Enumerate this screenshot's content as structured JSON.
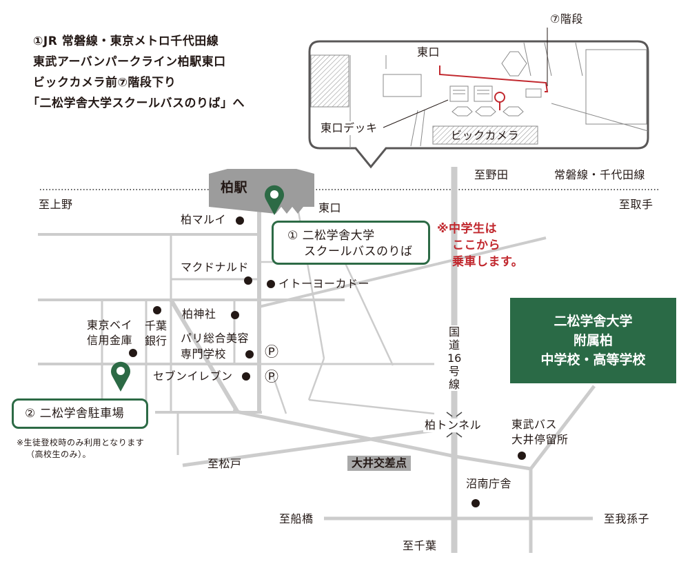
{
  "directions": {
    "line1": "①JR 常磐線・東京メトロ千代田線",
    "line2": "東武アーバンパークライン柏駅東口",
    "line3": "ビックカメラ前⑦階段下り",
    "line4": "「二松学舎大学スクールバスのりば」へ"
  },
  "inset": {
    "east_exit": "東口",
    "stairs": "⑦階段",
    "deck": "東口デッキ",
    "store": "ビックカメラ"
  },
  "station": {
    "name": "柏駅",
    "east_exit": "東口"
  },
  "destinations": {
    "ueno": "至上野",
    "noda": "至野田",
    "joban": "常磐線・千代田線",
    "toride": "至取手",
    "matsudo": "至松戸",
    "funabashi": "至船橋",
    "chiba": "至千葉",
    "abiko": "至我孫子"
  },
  "landmarks": {
    "marui": "柏マルイ",
    "mcdonalds": "マクドナルド",
    "itoyokado": "イトーヨーカドー",
    "kashiwa_shrine": "柏神社",
    "paris_beauty_1": "パリ総合美容",
    "paris_beauty_2": "専門学校",
    "seven_eleven": "セブンイレブン",
    "tokyo_bay_1": "東京ベイ",
    "tokyo_bay_2": "信用金庫",
    "chiba_bank": [
      "千",
      "葉",
      "銀",
      "行"
    ],
    "parking_1": "Ⓟ",
    "parking_2": "Ⓟ",
    "tunnel": "柏トンネル",
    "oi_crossing": "大井交差点",
    "tobu_bus_1": "東武バス",
    "tobu_bus_2": "大井停留所",
    "shonan_office": "沼南庁舎",
    "route16": [
      "国",
      "道",
      "16",
      "号",
      "線"
    ]
  },
  "bus_stop_box": {
    "line1": "①  二松学舎大学",
    "line2": "スクールバスのりば"
  },
  "notice": {
    "line1": "※中学生は",
    "line2": "ここから",
    "line3": "乗車します。"
  },
  "parking_box": {
    "label": "②  二松学舎駐車場",
    "note1": "※生徒登校時のみ利用となります",
    "note2": "（高校生のみ）。"
  },
  "school": {
    "line1": "二松学舎大学",
    "line2": "附属柏",
    "line3": "中学校・高等学校"
  },
  "colors": {
    "green": "#2c6a45",
    "red": "#c1272d",
    "road_gray": "#c8c8c8",
    "station_gray": "#9c9c9c"
  }
}
